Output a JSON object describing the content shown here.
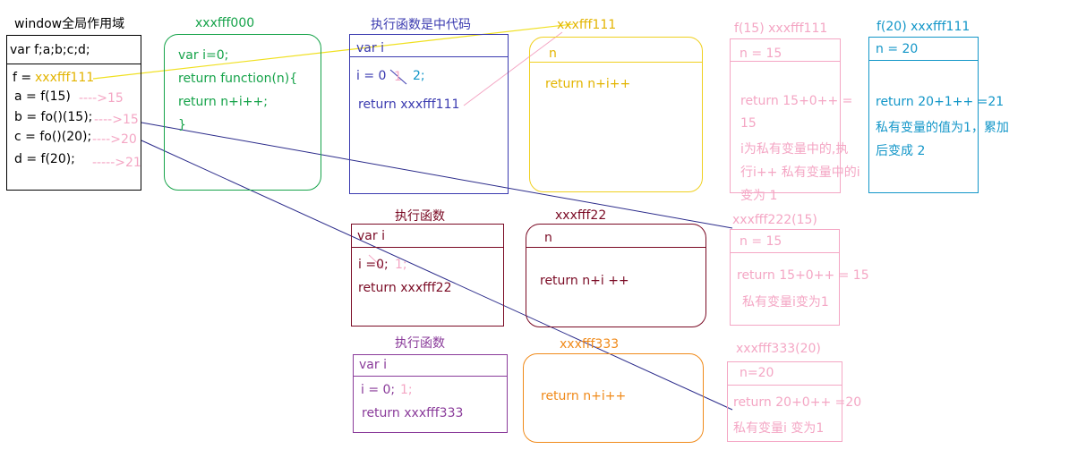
{
  "colors": {
    "black": "#000000",
    "green": "#16a34a",
    "blue": "#3b3bb0",
    "yellow": "#e3b400",
    "pink": "#f4a6c4",
    "cyan": "#1296c8",
    "maroon": "#7a0a24",
    "purple": "#8a3b9a",
    "orange": "#f08a1a",
    "navy": "#2a2a8a"
  },
  "window": {
    "title": "window全局作用域",
    "decl": "var f;a;b;c;d;",
    "f_label": "f =",
    "f_value": "xxxfff111",
    "a": "a = f(15)",
    "b": "b = fo()(15);",
    "c": "c = fo()(20);",
    "d": "d = f(20);",
    "a_arrow": "---->15",
    "b_arrow": "---->15",
    "c_arrow": "---->20",
    "d_arrow": "----->21"
  },
  "fn000": {
    "title": "xxxfff000",
    "l1": "var i=0;",
    "l2": "return function(n){",
    "l3": "return n+i++;",
    "l4": "}"
  },
  "exec1": {
    "title": "执行函数是中代码",
    "var": "var  i",
    "i_label": "i = 0",
    "v1": "1",
    "v2": "2;",
    "ret": "return xxxfff111"
  },
  "fff111": {
    "title": "xxxfff111",
    "n": "n",
    "ret": "return n+i++"
  },
  "f15": {
    "title": "f(15) xxxfff111",
    "n": "n = 15",
    "l1": "return 15+0++  =",
    "l2": "15",
    "l3": "i为私有变量中的,执",
    "l4": "行i++ 私有变量中的i",
    "l5": "变为 1"
  },
  "f20": {
    "title": "f(20)  xxxfff111",
    "n": "n = 20",
    "l1": "return 20+1++  =21",
    "l2": "私有变量的值为1，累加",
    "l3": "后变成 2"
  },
  "exec2": {
    "title": "执行函数",
    "var": "var i",
    "i_label": "i =0;",
    "v1": "1;",
    "ret": "return xxxfff22"
  },
  "fff22": {
    "title": "xxxfff22",
    "n": "n",
    "ret": "return n+i ++"
  },
  "fff222": {
    "title": "xxxfff222(15)",
    "n": "n = 15",
    "l1": "return 15+0++ = 15",
    "l2": "私有变量i变为1"
  },
  "exec3": {
    "title": "执行函数",
    "var": "var i",
    "i_label": "i = 0;",
    "v1": "1;",
    "ret": "return xxxfff333"
  },
  "fff333": {
    "title": "xxxfff333",
    "ret": "return n+i++"
  },
  "fff333b": {
    "title": "xxxfff333(20)",
    "n": "n=20",
    "l1": "return 20+0++ =20",
    "l2": "私有变量i 变为1"
  }
}
